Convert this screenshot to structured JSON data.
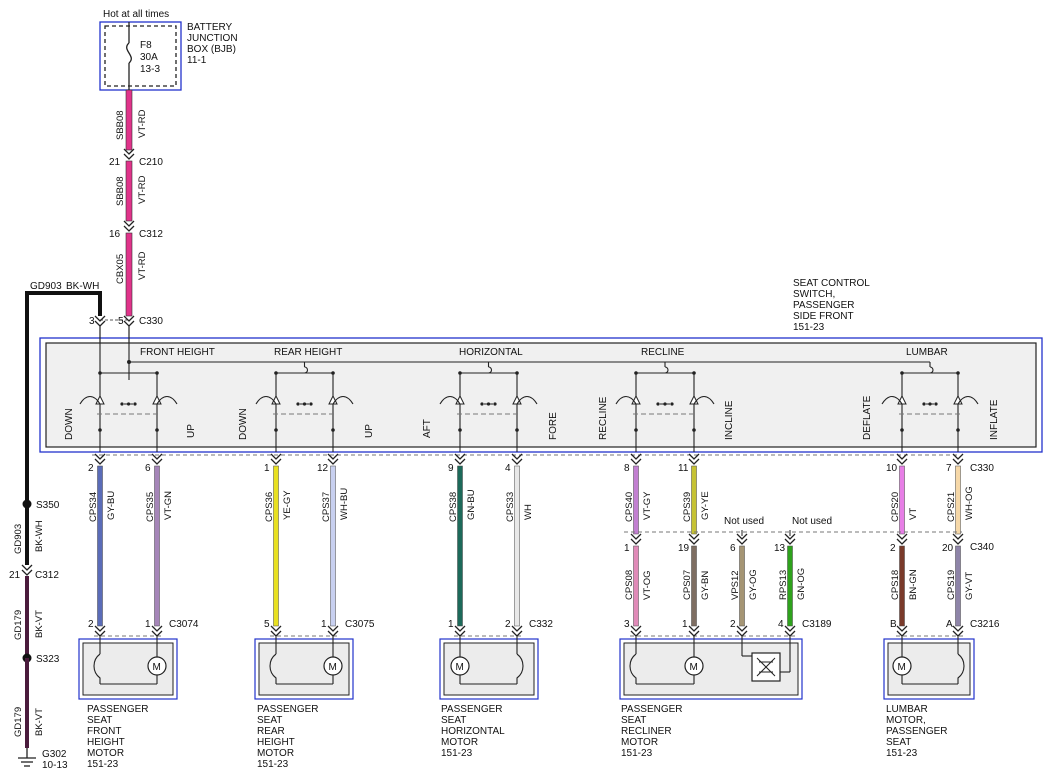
{
  "fuse": {
    "hot_label": "Hot at all times",
    "name": "F8",
    "rating": "30A",
    "ref": "13-3",
    "box_lines": [
      "BATTERY",
      "JUNCTION",
      "BOX (BJB)",
      "11-1"
    ]
  },
  "feed_wires": [
    {
      "circuit": "SBB08",
      "color": "VT-RD"
    },
    {
      "circuit": "SBB08",
      "color": "VT-RD"
    },
    {
      "circuit": "CBX05",
      "color": "VT-RD"
    }
  ],
  "feed_connectors": [
    {
      "pin": "21",
      "name": "C210"
    },
    {
      "pin": "16",
      "name": "C312"
    }
  ],
  "switch_connector": {
    "pins": [
      "3",
      "5"
    ],
    "name": "C330"
  },
  "ground_feed": {
    "circuit": "GD903",
    "color": "BK-WH"
  },
  "switch_module": {
    "lines": [
      "SEAT CONTROL",
      "SWITCH,",
      "PASSENGER",
      "SIDE FRONT",
      "151-23"
    ],
    "sections": [
      "FRONT HEIGHT",
      "REAR HEIGHT",
      "HORIZONTAL",
      "RECLINE",
      "LUMBAR"
    ],
    "positions": [
      "DOWN",
      "UP",
      "DOWN",
      "UP",
      "AFT",
      "FORE",
      "RECLINE",
      "INCLINE",
      "DEFLATE",
      "INFLATE"
    ]
  },
  "switch_pins": [
    {
      "pin": "2",
      "circuit": "CPS34",
      "color": "GY-BU"
    },
    {
      "pin": "6",
      "circuit": "CPS35",
      "color": "VT-GN"
    },
    {
      "pin": "1",
      "circuit": "CPS36",
      "color": "YE-GY"
    },
    {
      "pin": "12",
      "circuit": "CPS37",
      "color": "WH-BU"
    },
    {
      "pin": "9",
      "circuit": "CPS38",
      "color": "GN-BU"
    },
    {
      "pin": "4",
      "circuit": "CPS33",
      "color": "WH"
    },
    {
      "pin": "8",
      "circuit": "CPS40",
      "color": "VT-GY"
    },
    {
      "pin": "11",
      "circuit": "CPS39",
      "color": "GY-YE"
    },
    {
      "pin": "10",
      "circuit": "CPS20",
      "color": "VT"
    },
    {
      "pin": "7",
      "circuit": "CPS21",
      "color": "WH-OG"
    }
  ],
  "switch_pin_connector": "C330",
  "c340": {
    "name": "C340",
    "not_used": "Not used",
    "pins": [
      {
        "top": "1",
        "circuit": "CPS08",
        "color": "VT-OG"
      },
      {
        "top": "19",
        "circuit": "CPS07",
        "color": "GY-BN"
      },
      {
        "top": "6",
        "circuit": "VPS12",
        "color": "GY-OG"
      },
      {
        "top": "13",
        "circuit": "RPS13",
        "color": "GN-OG"
      },
      {
        "top": "2",
        "circuit": "CPS18",
        "color": "BN-GN"
      },
      {
        "top": "20",
        "circuit": "CPS19",
        "color": "GY-VT"
      }
    ]
  },
  "motor_connectors": [
    {
      "pins": [
        "2",
        "1"
      ],
      "name": "C3074"
    },
    {
      "pins": [
        "5",
        "1"
      ],
      "name": "C3075"
    },
    {
      "pins": [
        "1",
        "2"
      ],
      "name": "C332"
    },
    {
      "pins": [
        "3",
        "1",
        "2",
        "4"
      ],
      "name": "C3189"
    },
    {
      "pins": [
        "B",
        "A"
      ],
      "name": "C3216"
    }
  ],
  "motor_glyph": "M",
  "motors": [
    {
      "lines": [
        "PASSENGER",
        "SEAT",
        "FRONT",
        "HEIGHT",
        "MOTOR",
        "151-23"
      ]
    },
    {
      "lines": [
        "PASSENGER",
        "SEAT",
        "REAR",
        "HEIGHT",
        "MOTOR",
        "151-23"
      ]
    },
    {
      "lines": [
        "PASSENGER",
        "SEAT",
        "HORIZONTAL",
        "MOTOR",
        "151-23"
      ]
    },
    {
      "lines": [
        "PASSENGER",
        "SEAT",
        "RECLINER",
        "MOTOR",
        "151-23"
      ]
    },
    {
      "lines": [
        "LUMBAR",
        "MOTOR,",
        "PASSENGER",
        "SEAT",
        "151-23"
      ]
    }
  ],
  "ground_path": {
    "splices": [
      "S350",
      "S323"
    ],
    "wires": [
      {
        "circuit": "GD903",
        "color": "BK-WH"
      },
      {
        "circuit": "GD179",
        "color": "BK-VT"
      },
      {
        "circuit": "GD179",
        "color": "BK-VT"
      }
    ],
    "connector": {
      "pin": "21",
      "name": "C312"
    },
    "ground": {
      "name": "G302",
      "ref": "10-13"
    }
  },
  "wire_colors": {
    "VT-RD": "#e0338a",
    "GY-BU": "#5a6cb8",
    "VT-GN": "#a585b8",
    "YE-GY": "#e8e020",
    "WH-BU": "#c8d0f0",
    "GN-BU": "#1d6a5a",
    "WH": "#e8e8e8",
    "VT-GY": "#c27fd1",
    "GY-YE": "#c6c233",
    "VT": "#e77ee6",
    "WH-OG": "#f6d8a8",
    "VT-OG": "#e08ab8",
    "GY-BN": "#7e6e62",
    "GY-OG": "#a59574",
    "GN-OG": "#2ea21c",
    "BN-GN": "#7a3a2a",
    "GY-VT": "#8e84a8",
    "BK-WH": "#111111",
    "BK-VT": "#4a1b3c"
  },
  "theme": {
    "frame": "#2233cc",
    "module_fill": "#f0f0f0",
    "motor_fill": "#ececec",
    "line": "#222222"
  }
}
